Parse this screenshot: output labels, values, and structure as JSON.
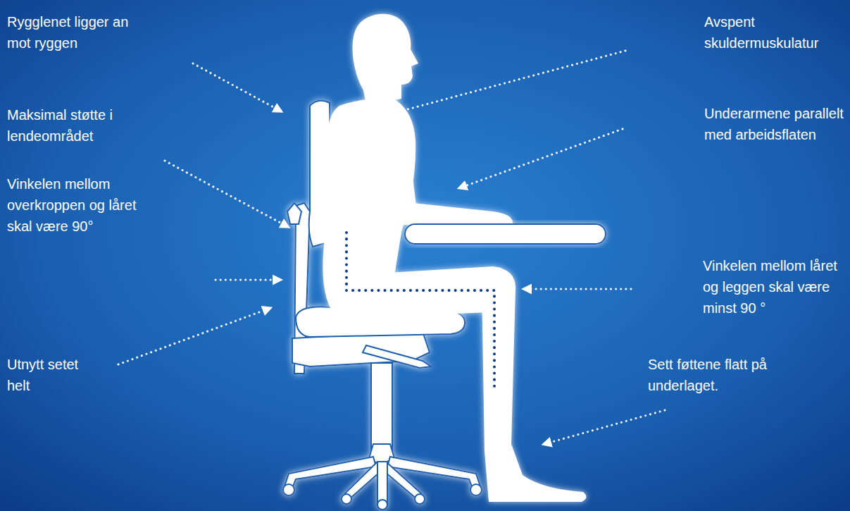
{
  "diagram": {
    "labels": [
      "Rygglenet ligger an mot ryggen",
      "Maksimal støtte i lendeområdet",
      "Vinkelen mellom overkroppen og låret skal være 90°",
      "Utnytt setet helt",
      "Avspent skuldermuskulatur",
      "Underarmene parallelt med arbeidsflaten",
      "Vinkelen mellom låret og leggen skal være minst 90 °",
      "Sett føttene flatt på underlaget."
    ]
  }
}
